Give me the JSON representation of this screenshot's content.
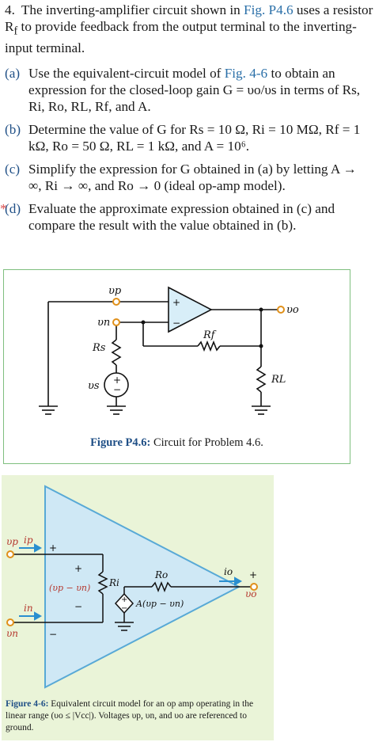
{
  "problem": {
    "number": "4.",
    "intro_a": "The inverting-amplifier circuit shown in ",
    "intro_ref": "Fig. P4.6",
    "intro_b": " uses a resistor R",
    "intro_sub": "f",
    "intro_c": " to provide feedback from the output terminal to the inverting-input terminal."
  },
  "parts": [
    {
      "label": "(a)",
      "text_a": "Use the equivalent-circuit model of ",
      "ref": "Fig. 4-6",
      "text_b": " to obtain an expression for the closed-loop gain G = υo/υs in terms of Rs, Ri, Ro, RL, Rf, and A."
    },
    {
      "label": "(b)",
      "text": "Determine the value of G for Rs = 10 Ω, Ri = 10 MΩ, Rf = 1 kΩ, Ro = 50 Ω, RL = 1 kΩ, and A = 10⁶."
    },
    {
      "label": "(c)",
      "text": "Simplify the expression for G obtained in (a) by letting A → ∞, Ri → ∞, and Ro → 0 (ideal op-amp model)."
    },
    {
      "label": "(d)",
      "star": "*",
      "text": "Evaluate the approximate expression obtained in (c) and compare the result with the value obtained in (b)."
    }
  ],
  "figure1": {
    "caption_label": "Figure P4.6:",
    "caption_text": " Circuit for Problem 4.6.",
    "labels": {
      "vp": "υp",
      "vn": "υn",
      "vo": "υo",
      "rf": "Rf",
      "rs": "Rs",
      "vs": "υs",
      "rl": "RL",
      "plus": "+",
      "minus": "−"
    }
  },
  "figure2": {
    "caption_label": "Figure 4-6:",
    "caption_text": " Equivalent circuit model for an op amp operating in the linear range (υo ≤ |Vcc|). Voltages υp, υn, and υo are referenced to ground.",
    "labels": {
      "vp": "υp",
      "ip": "ip",
      "in": "in",
      "vn": "υn",
      "ri": "Ri",
      "ro": "Ro",
      "diff": "(υp − υn)",
      "gain": "A(υp − υn)",
      "io": "io",
      "vo": "υo",
      "plus": "+",
      "minus": "−"
    }
  },
  "colors": {
    "accent_blue": "#2a6fa8",
    "fig_green_border": "#7fbf7f",
    "fig2_bg": "#eaf4d8",
    "triangle_fill": "#cfe8f5",
    "triangle_stroke": "#58a9d6",
    "label_red": "#b5382f"
  }
}
